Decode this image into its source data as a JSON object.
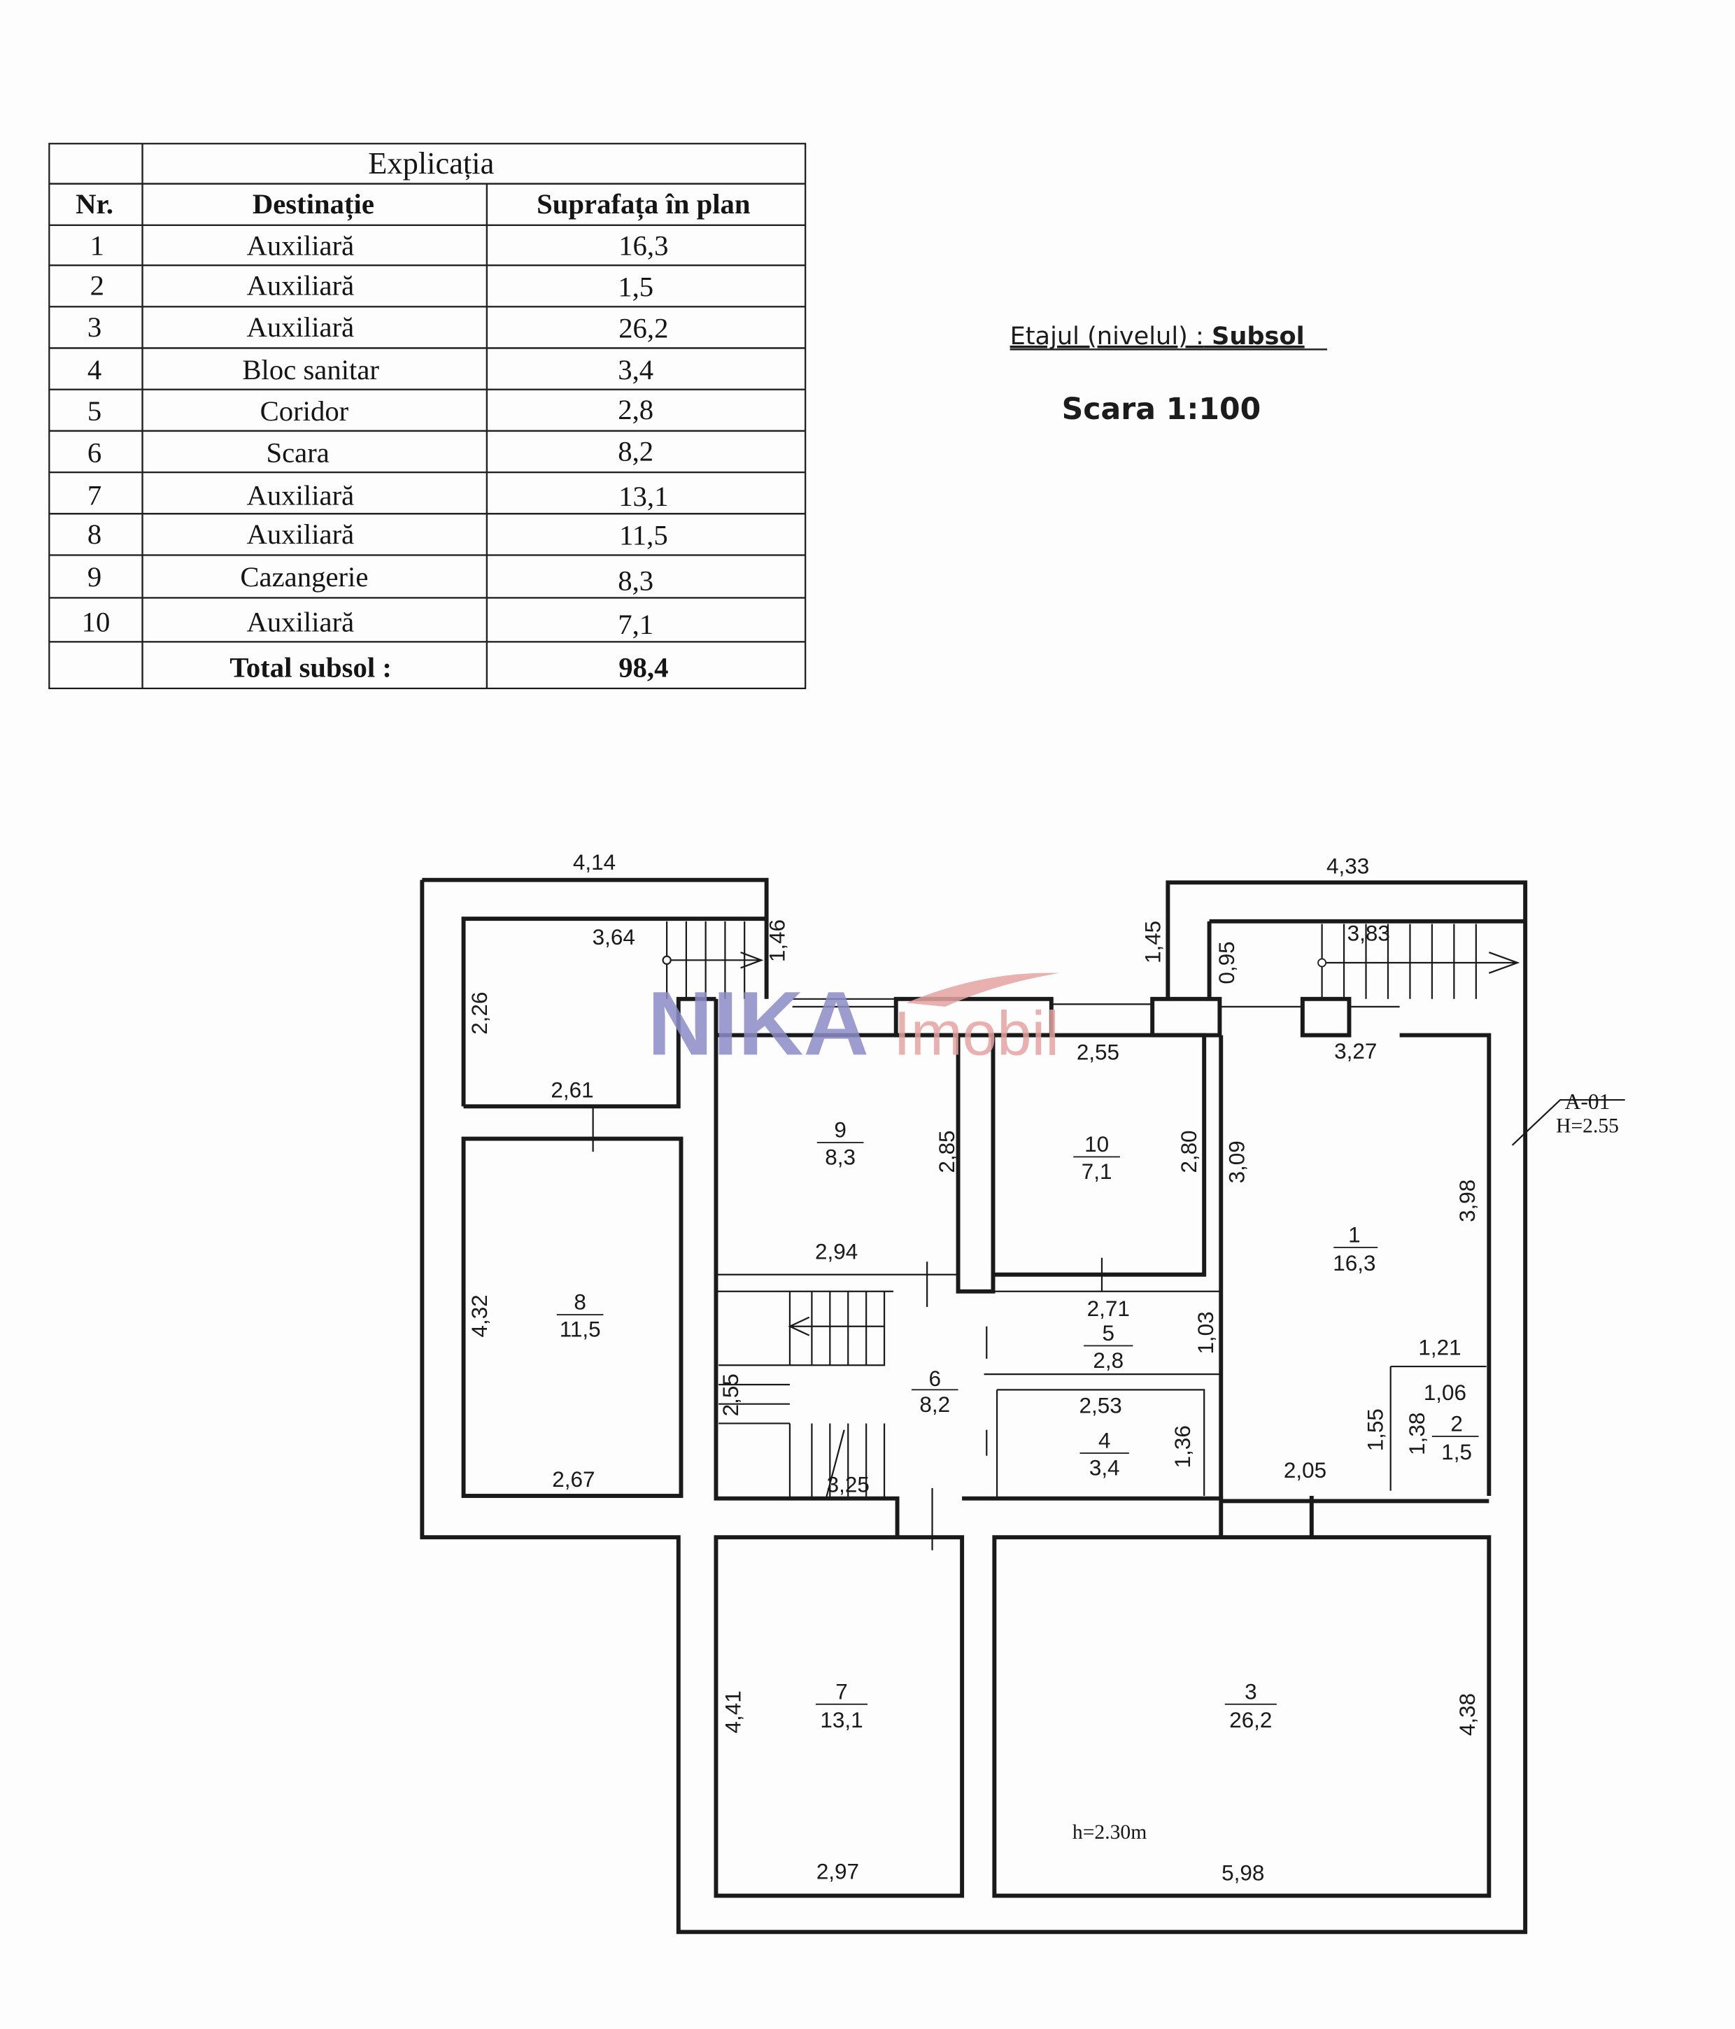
{
  "table": {
    "title": "Explicația",
    "headers": [
      "Nr.",
      "Destinație",
      "Suprafața în plan"
    ],
    "rows": [
      {
        "nr": "1",
        "dest": "Auxiliară",
        "area": "16,3"
      },
      {
        "nr": "2",
        "dest": "Auxiliară",
        "area": "1,5"
      },
      {
        "nr": "3",
        "dest": "Auxiliară",
        "area": "26,2"
      },
      {
        "nr": "4",
        "dest": "Bloc sanitar",
        "area": "3,4"
      },
      {
        "nr": "5",
        "dest": "Coridor",
        "area": "2,8"
      },
      {
        "nr": "6",
        "dest": "Scara",
        "area": "8,2"
      },
      {
        "nr": "7",
        "dest": "Auxiliară",
        "area": "13,1"
      },
      {
        "nr": "8",
        "dest": "Auxiliară",
        "area": "11,5"
      },
      {
        "nr": "9",
        "dest": "Cazangerie",
        "area": "8,3"
      },
      {
        "nr": "10",
        "dest": "Auxiliară",
        "area": "7,1"
      }
    ],
    "total_label": "Total subsol :",
    "total_value": "98,4"
  },
  "heading": {
    "level_label": "Etajul (nivelul) :",
    "level_value": "Subsol",
    "scale": "Scara 1:100"
  },
  "plan": {
    "rooms": [
      {
        "nr": "1",
        "area": "16,3"
      },
      {
        "nr": "2",
        "area": "1,5"
      },
      {
        "nr": "3",
        "area": "26,2"
      },
      {
        "nr": "4",
        "area": "3,4"
      },
      {
        "nr": "5",
        "area": "2,8"
      },
      {
        "nr": "6",
        "area": "8,2"
      },
      {
        "nr": "7",
        "area": "13,1"
      },
      {
        "nr": "8",
        "area": "11,5"
      },
      {
        "nr": "9",
        "area": "8,3"
      },
      {
        "nr": "10",
        "area": "7,1"
      }
    ],
    "dims": [
      "4,14",
      "4,33",
      "3,64",
      "1,46",
      "2,26",
      "1,45",
      "0,95",
      "3,83",
      "2,55",
      "3,27",
      "2,61",
      "2,85",
      "2,80",
      "3,09",
      "3,98",
      "2,94",
      "4,32",
      "2,71",
      "1,03",
      "1,21",
      "1,06",
      "1,55",
      "1,38",
      "2,53",
      "1,36",
      "2,05",
      "2,55",
      "3,25",
      "2,67",
      "4,41",
      "4,38",
      "2,97",
      "5,98"
    ],
    "height_note": "h=2.30m",
    "axis_label": "A-01",
    "axis_height": "H=2.55"
  },
  "watermark": {
    "brand": "NIKA",
    "sub": "Imobil",
    "brand_color": "#8c8cc8",
    "sub_color": "#e6a3a3"
  }
}
